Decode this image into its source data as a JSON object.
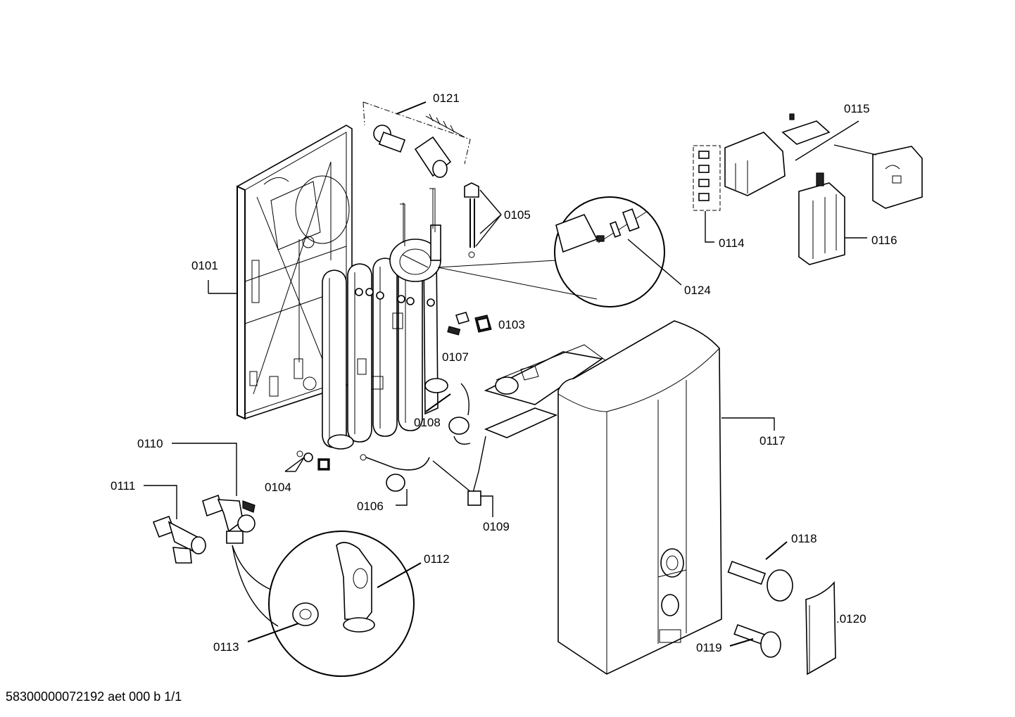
{
  "part_labels": {
    "p0101": "0101",
    "p0103": "0103",
    "p0104": "0104",
    "p0105": "0105",
    "p0106": "0106",
    "p0107": "0107",
    "p0108": "0108",
    "p0109": "0109",
    "p0110": "0110",
    "p0111": "0111",
    "p0112": "0112",
    "p0113": "0113",
    "p0114": "0114",
    "p0115": "0115",
    "p0116": "0116",
    "p0117": "0117",
    "p0118": "0118",
    "p0119": "0119",
    "p0120": ".0120",
    "p0121": "0121",
    "p0124": "0124"
  },
  "footer": {
    "document_id": "58300000072192 aet 000 b 1/1"
  }
}
